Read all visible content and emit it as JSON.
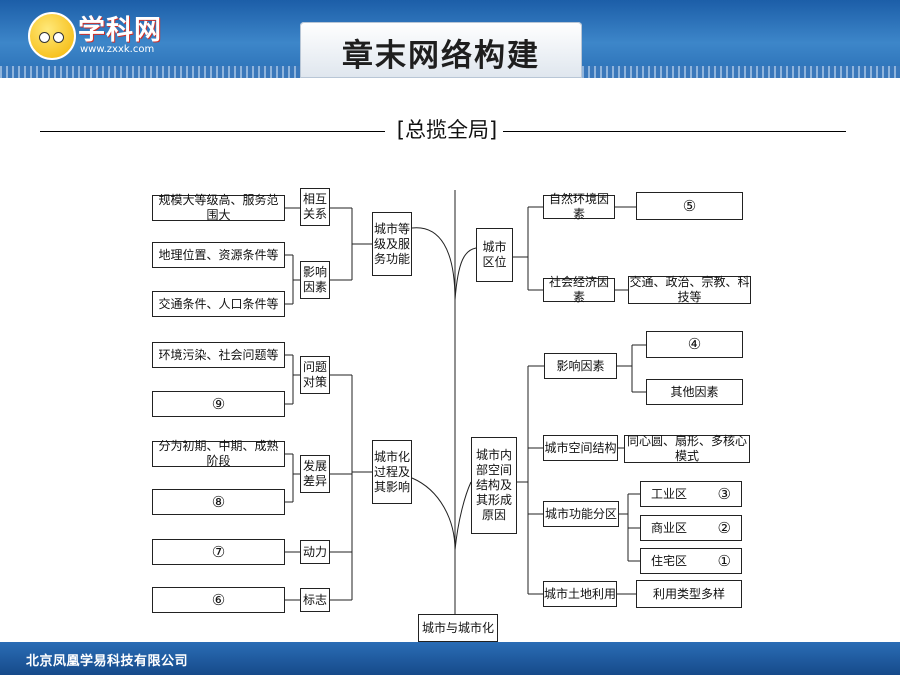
{
  "header": {
    "title": "章末网络构建",
    "logo_name": "学科网",
    "logo_url": "www.zxxk.com"
  },
  "subtitle": "[总揽全局]",
  "diagram": {
    "root": "城市与城市化",
    "left": {
      "grade": {
        "center": "城市等级及服务功能",
        "relation_label": "相互关系",
        "relation_item": "规模大等级高、服务范围大",
        "factors_label": "影响因素",
        "factor_items": [
          "地理位置、资源条件等",
          "交通条件、人口条件等"
        ]
      },
      "urbanization": {
        "center": "城市化过程及其影响",
        "problems_label": "问题对策",
        "problems_items": [
          "环境污染、社会问题等",
          "⑨"
        ],
        "stages_label": "发展差异",
        "stages_items": [
          "分为初期、中期、成熟阶段",
          "⑧"
        ],
        "drive_label": "动力",
        "drive_item": "⑦",
        "mark_label": "标志",
        "mark_item": "⑥"
      }
    },
    "right": {
      "location": {
        "center": "城市区位",
        "natural_label": "自然环境因素",
        "natural_item": "⑤",
        "social_label": "社会经济因素",
        "social_item": "交通、政治、宗教、科技等"
      },
      "structure": {
        "center": "城市内部空间结构及其形成原因",
        "factors_label": "影响因素",
        "factors_items": [
          "④",
          "其他因素"
        ],
        "spatial_label": "城市空间结构",
        "spatial_item": "同心圆、扇形、多核心模式",
        "zones_label": "城市功能分区",
        "zones": [
          {
            "name": "工业区",
            "mark": "③"
          },
          {
            "name": "商业区",
            "mark": "②"
          },
          {
            "name": "住宅区",
            "mark": "①"
          }
        ],
        "land_label": "城市土地利用",
        "land_item": "利用类型多样"
      }
    }
  },
  "footer": "北京凤凰学易科技有限公司"
}
